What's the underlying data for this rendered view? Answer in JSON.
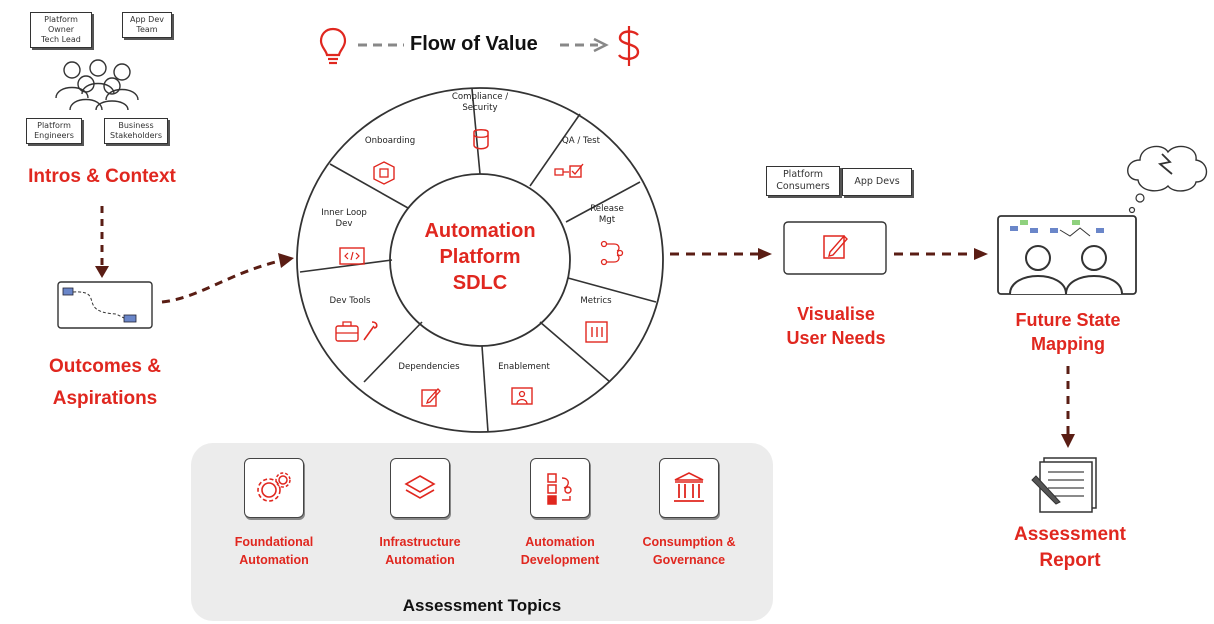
{
  "flow": {
    "label": "Flow of Value"
  },
  "intros": {
    "title": "Intros & Context",
    "bubbles": [
      "Platform Owner\nTech Lead",
      "App Dev\nTeam",
      "Platform\nEngineers",
      "Business\nStakeholders"
    ]
  },
  "outcomes": {
    "title_line1": "Outcomes &",
    "title_line2": "Aspirations"
  },
  "sdlc": {
    "center_line1": "Automation",
    "center_line2": "Platform",
    "center_line3": "SDLC",
    "segments": [
      {
        "label": "Compliance /\nSecurity",
        "icon": "database-shield-icon"
      },
      {
        "label": "QA / Test",
        "icon": "checkbox-icon"
      },
      {
        "label": "Release\nMgt",
        "icon": "flow-icon"
      },
      {
        "label": "Metrics",
        "icon": "chart-icon"
      },
      {
        "label": "Enablement",
        "icon": "presentation-icon"
      },
      {
        "label": "Dependencies",
        "icon": "edit-icon"
      },
      {
        "label": "Dev Tools",
        "icon": "toolbox-icon"
      },
      {
        "label": "Inner Loop\nDev",
        "icon": "code-icon"
      },
      {
        "label": "Onboarding",
        "icon": "hexagon-icon"
      }
    ]
  },
  "visualise": {
    "title_line1": "Visualise",
    "title_line2": "User Needs",
    "bubbles": [
      "Platform\nConsumers",
      "App Devs"
    ]
  },
  "future": {
    "title_line1": "Future State",
    "title_line2": "Mapping"
  },
  "report": {
    "title_line1": "Assessment",
    "title_line2": "Report"
  },
  "topics": {
    "title": "Assessment Topics",
    "items": [
      {
        "line1": "Foundational",
        "line2": "Automation",
        "icon": "gears-icon"
      },
      {
        "line1": "Infrastructure",
        "line2": "Automation",
        "icon": "layers-icon"
      },
      {
        "line1": "Automation",
        "line2": "Development",
        "icon": "blocks-icon"
      },
      {
        "line1": "Consumption &",
        "line2": "Governance",
        "icon": "building-icon"
      }
    ]
  },
  "colors": {
    "accent": "#e0271f",
    "arrow": "#5a1d14",
    "panel": "#ececec"
  }
}
